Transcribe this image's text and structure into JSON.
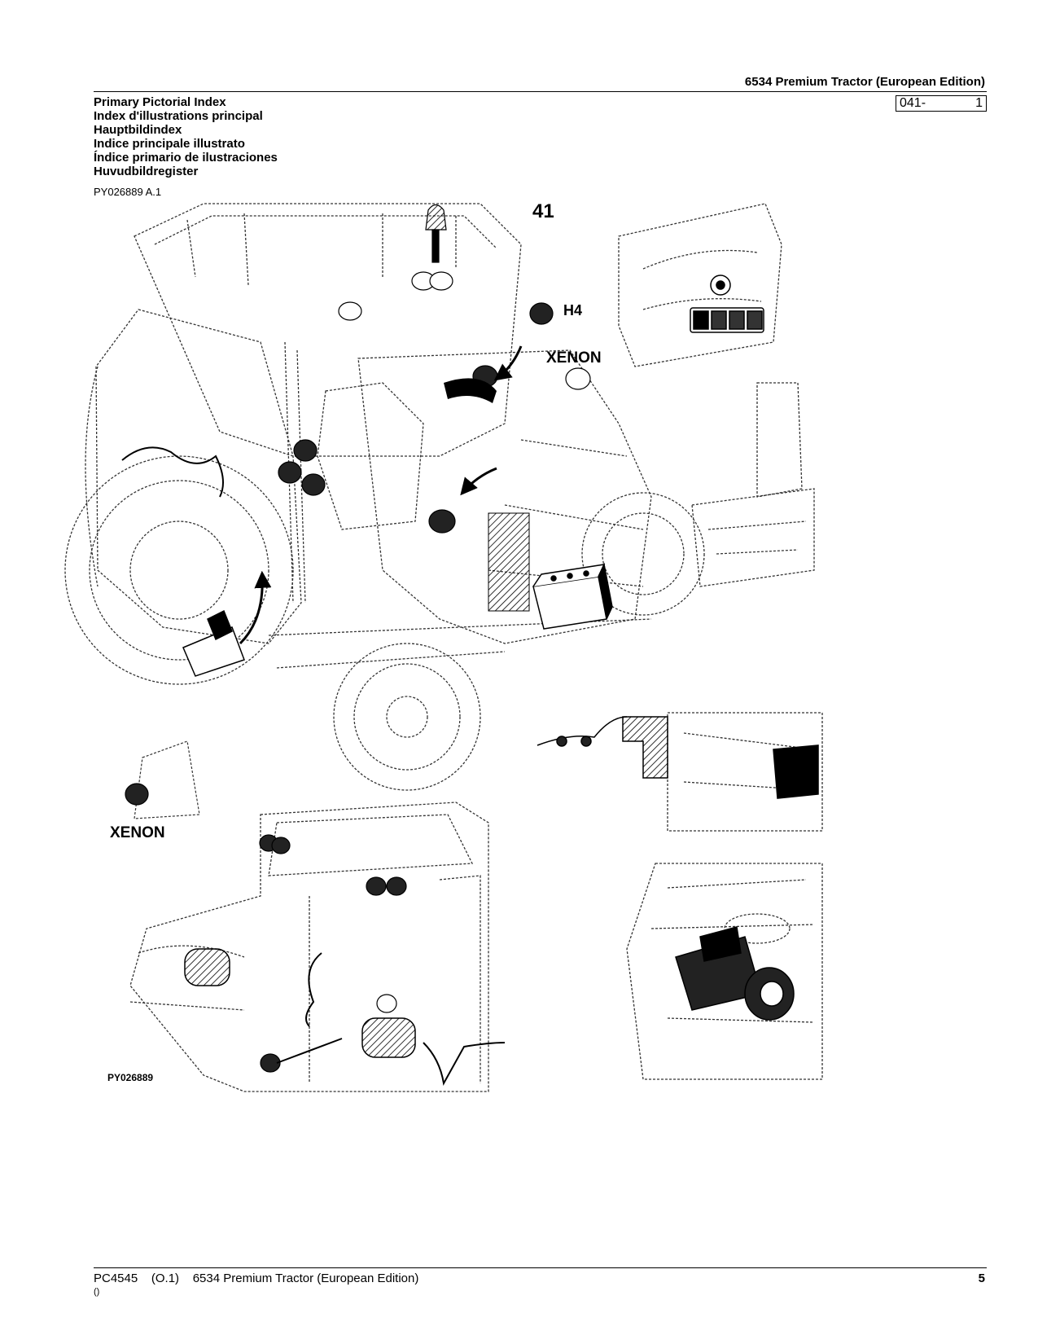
{
  "header": {
    "title": "6534 Premium Tractor (European Edition)",
    "section_code": "041-",
    "section_page": "1"
  },
  "titles": [
    "Primary Pictorial Index",
    "Index d'illustrations principal",
    "Hauptbildindex",
    "Indice principale illustrato",
    "Índice primario de ilustraciones",
    "Huvudbildregister"
  ],
  "figure": {
    "id": "PY026889 A.1",
    "group_number": "41",
    "label_h4": "H4",
    "label_xenon_top": "XENON",
    "label_xenon_left": "XENON",
    "plate_code": "PY026889"
  },
  "footer": {
    "doc": "PC4545    (O.1)    6534 Premium Tractor (European Edition)",
    "sub": "()",
    "page": "5"
  }
}
